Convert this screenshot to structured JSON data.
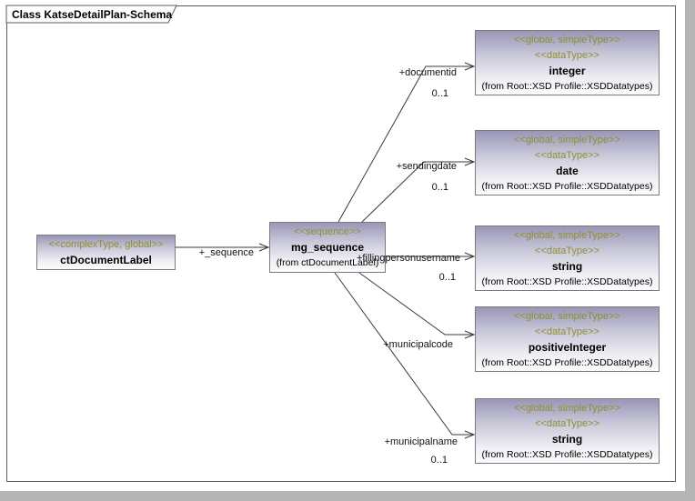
{
  "frame": {
    "title": "Class KatseDetailPlan-Schema"
  },
  "nodes": {
    "ctDocumentLabel": {
      "stereotype": "<<complexType, global>>",
      "name": "ctDocumentLabel"
    },
    "mg_sequence": {
      "stereotype": "<<sequence>>",
      "name": "mg_sequence",
      "from": "(from ctDocumentLabel)"
    },
    "datatypes": [
      {
        "stereotype1": "<<global, simpleType>>",
        "stereotype2": "<<dataType>>",
        "name": "integer",
        "from": "(from Root::XSD Profile::XSDDatatypes)"
      },
      {
        "stereotype1": "<<global, simpleType>>",
        "stereotype2": "<<dataType>>",
        "name": "date",
        "from": "(from Root::XSD Profile::XSDDatatypes)"
      },
      {
        "stereotype1": "<<global, simpleType>>",
        "stereotype2": "<<dataType>>",
        "name": "string",
        "from": "(from Root::XSD Profile::XSDDatatypes)"
      },
      {
        "stereotype1": "<<global, simpleType>>",
        "stereotype2": "<<dataType>>",
        "name": "positiveInteger",
        "from": "(from Root::XSD Profile::XSDDatatypes)"
      },
      {
        "stereotype1": "<<global, simpleType>>",
        "stereotype2": "<<dataType>>",
        "name": "string",
        "from": "(from Root::XSD Profile::XSDDatatypes)"
      }
    ]
  },
  "edges": [
    {
      "label": "+_sequence",
      "multiplicity": ""
    },
    {
      "label": "+documentid",
      "multiplicity": "0..1"
    },
    {
      "label": "+sendingdate",
      "multiplicity": "0..1"
    },
    {
      "label": "+fillingpersonusername",
      "multiplicity": "0..1"
    },
    {
      "label": "+municipalcode",
      "multiplicity": ""
    },
    {
      "label": "+municipalname",
      "multiplicity": "0..1"
    }
  ],
  "colors": {
    "stereotype_text": "#8f8f33",
    "node_gradient_top": "#9996b6",
    "node_gradient_bottom": "#fcfcfe",
    "node_border": "#7b7b7b",
    "connector_line": "#383838",
    "frame_border": "#5c5c5c",
    "panel_shadow": "#b5b5b5",
    "background": "#ffffff"
  }
}
